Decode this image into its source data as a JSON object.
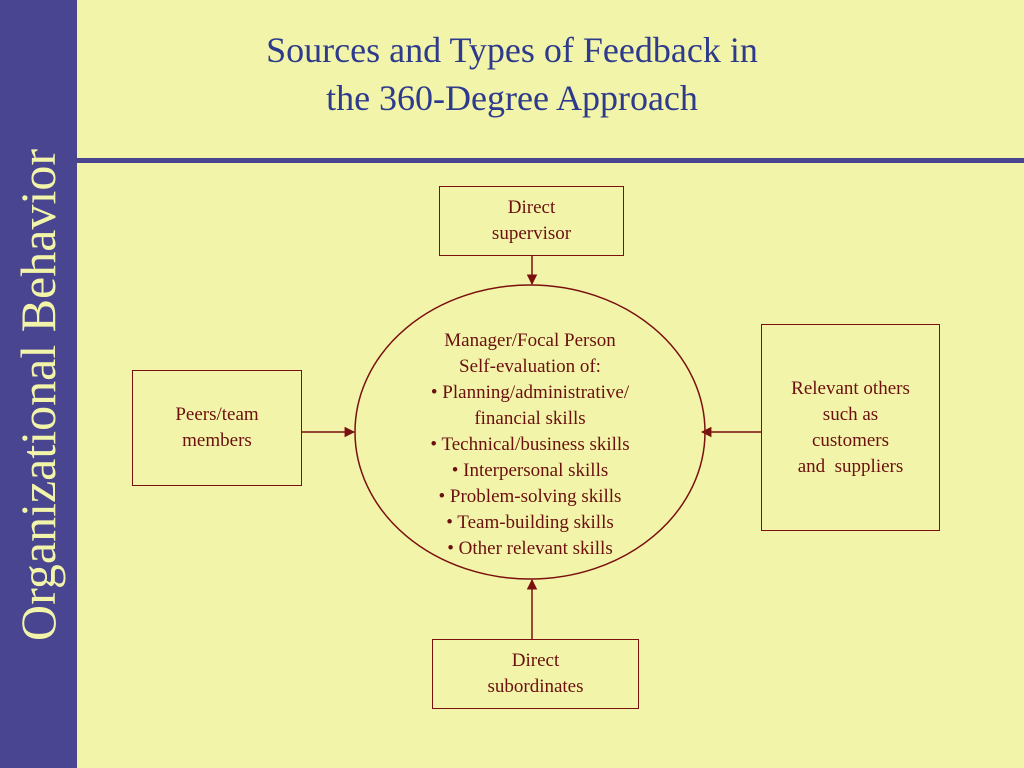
{
  "slide": {
    "sidebar_title": "Organizational Behavior",
    "title_line1": "Sources and Types of Feedback in",
    "title_line2": "the 360-Degree Approach"
  },
  "diagram": {
    "supervisor": {
      "line1": "Direct",
      "line2": "supervisor"
    },
    "subordinates": {
      "line1": "Direct",
      "line2": "subordinates"
    },
    "peers": {
      "line1": "Peers/team",
      "line2": "members"
    },
    "others": {
      "line1": "Relevant others",
      "line2": "such as",
      "line3": "customers",
      "line4": "and  suppliers"
    },
    "focal": {
      "line1": "Manager/Focal Person",
      "line2": "Self-evaluation of:",
      "items": [
        "• Planning/administrative/",
        "financial skills",
        "• Technical/business skills",
        "• Interpersonal skills",
        "• Problem-solving skills",
        "• Team-building skills",
        "• Other relevant skills"
      ]
    }
  },
  "colors": {
    "background": "#f2f5a9",
    "sidebar": "#4a4590",
    "title": "#2e3a8c",
    "diagram_stroke": "#7a1010"
  }
}
